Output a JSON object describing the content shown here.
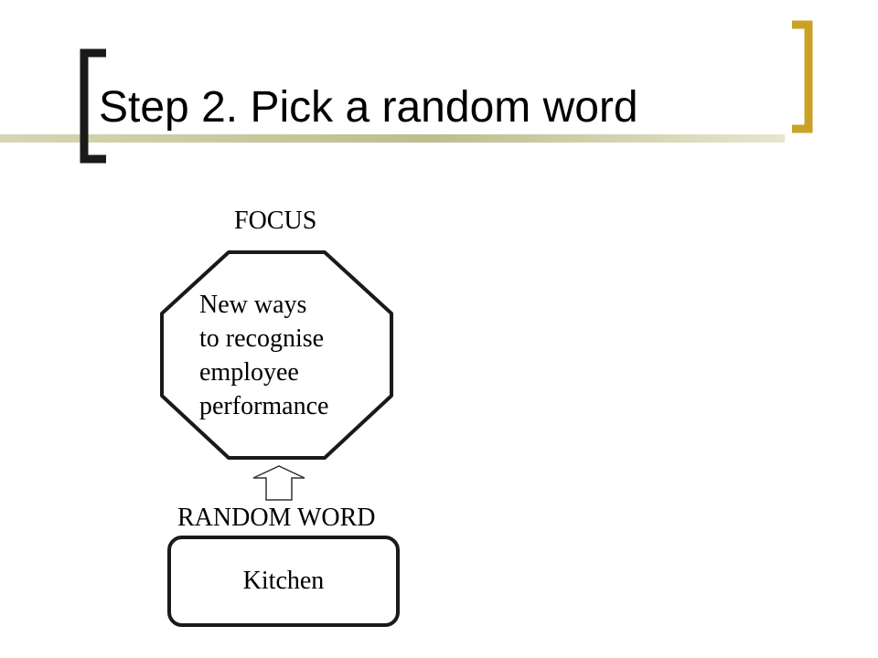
{
  "slide": {
    "title": "Step 2. Pick a random word"
  },
  "diagram": {
    "focus": {
      "label": "FOCUS",
      "lines": [
        "New ways",
        "to recognise",
        "employee",
        "performance"
      ]
    },
    "random_word": {
      "label": "RANDOM WORD",
      "word": "Kitchen"
    }
  },
  "colors": {
    "accent_gold": "#C9A227",
    "underline_olive": "#C4C49A",
    "bracket_dark": "#1A1A1A",
    "shape_stroke": "#1A1A1A",
    "background": "#FFFFFF"
  }
}
